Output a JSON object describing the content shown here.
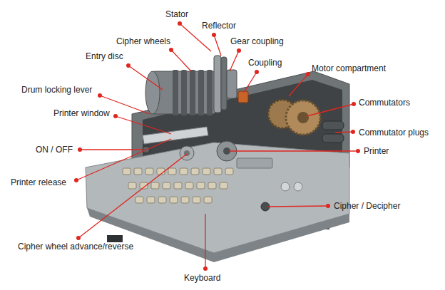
{
  "diagram": {
    "labels": [
      "Stator",
      "Reflector",
      "Cipher wheels",
      "Gear coupling",
      "Entry disc",
      "Coupling",
      "Motor compartment",
      "Drum locking lever",
      "Commutators",
      "Printer window",
      "Commutator plugs",
      "ON / OFF",
      "Printer",
      "Printer release",
      "Cipher / Decipher",
      "Cipher wheel advance/reverse",
      "Keyboard"
    ]
  }
}
